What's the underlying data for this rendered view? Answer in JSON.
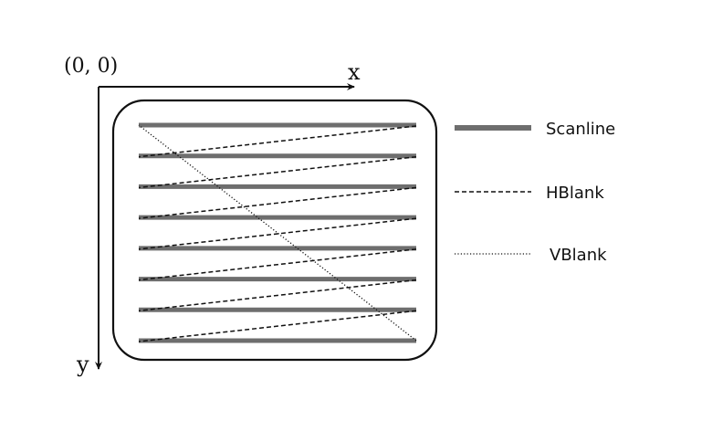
{
  "origin_label": "(0, 0)",
  "x_axis_label": "x",
  "y_axis_label": "y",
  "scanline_count": 8,
  "legend": [
    {
      "style": "scanline",
      "label": "Scanline"
    },
    {
      "style": "hblank",
      "label": "HBlank"
    },
    {
      "style": "vblank",
      "label": "VBlank"
    }
  ],
  "colors": {
    "scanline": "#6e6e6e",
    "stroke": "#111111"
  }
}
